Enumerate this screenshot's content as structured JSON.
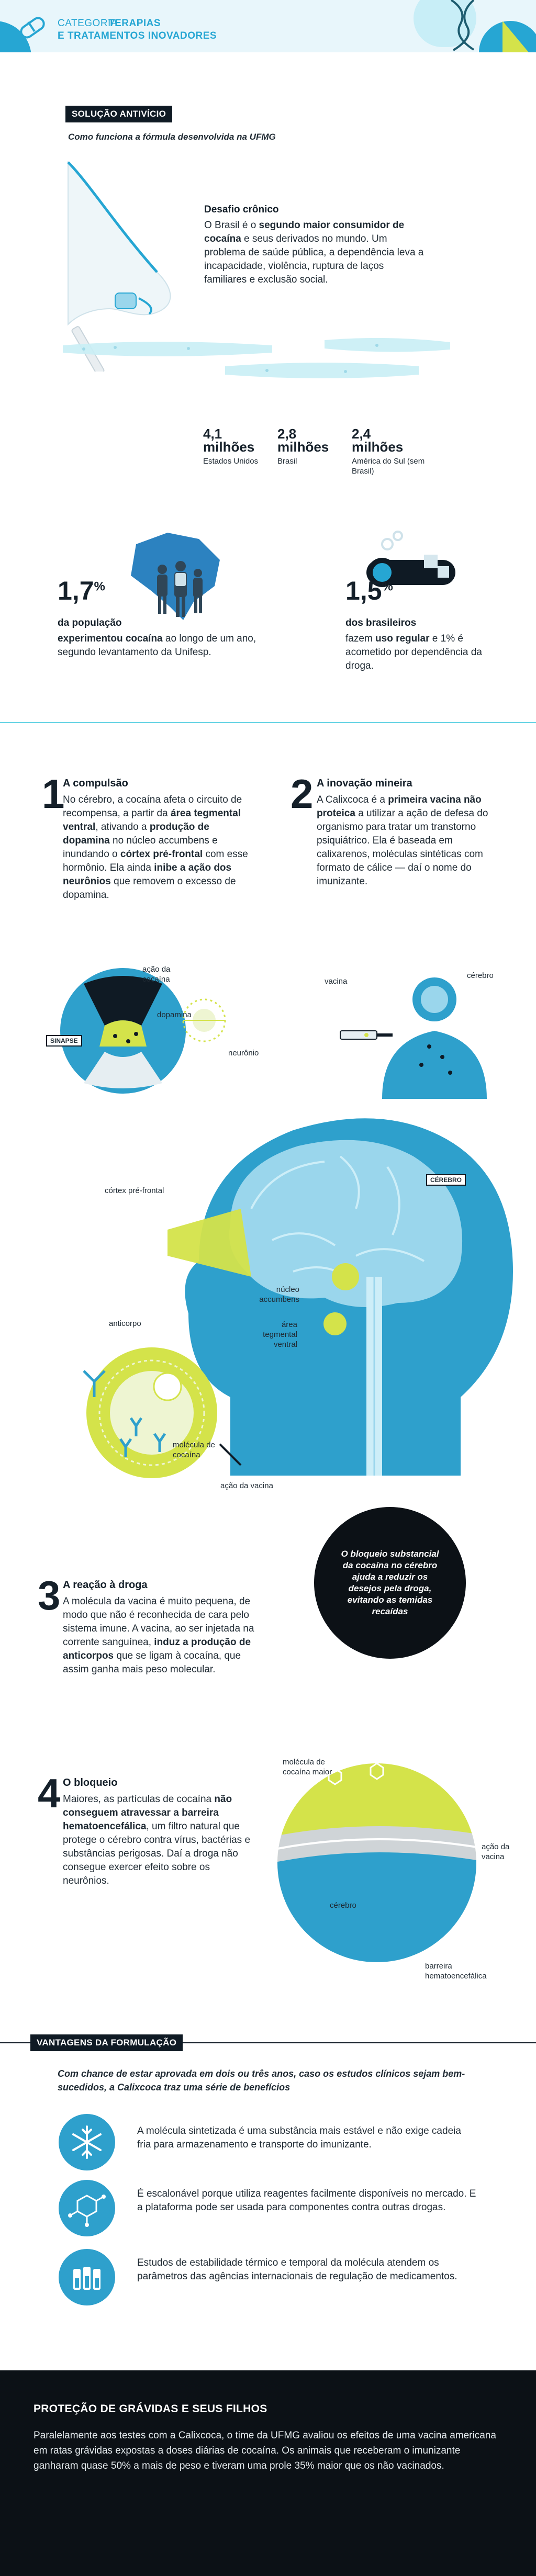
{
  "header": {
    "category_light": "CATEGORIA",
    "category_bold_1": "TERAPIAS",
    "category_bold_2": "E TRATAMENTOS INOVADORES"
  },
  "solution": {
    "tag": "SOLUÇÃO ANTIVÍCIO",
    "subtitle": "Como funciona a fórmula desenvolvida na UFMG"
  },
  "challenge": {
    "title": "Desafio crônico",
    "text_1": "O Brasil é o ",
    "text_bold": "segundo maior consumidor de cocaína",
    "text_2": " e seus derivados no mundo. Um problema de saúde pública, a dependência leva a incapacidade, violência, ruptura de laços familiares e exclusão social."
  },
  "stats": [
    {
      "value": "4,1",
      "unit": "milhões",
      "label": "Estados Unidos"
    },
    {
      "value": "2,8",
      "unit": "milhões",
      "label": "Brasil"
    },
    {
      "value": "2,4",
      "unit": "milhões",
      "label": "América do Sul (sem Brasil)"
    }
  ],
  "percent_left": {
    "value": "1,7",
    "sign": "%",
    "label": "da população",
    "desc_bold": "experimentou cocaína",
    "desc": " ao longo de um ano, segundo levantamento da Unifesp."
  },
  "percent_right": {
    "value": "1,5",
    "sign": "%",
    "label": "dos brasileiros",
    "desc_1": "fazem ",
    "desc_bold": "uso regular",
    "desc_2": " e 1% é acometido por dependência da droga."
  },
  "steps": {
    "s1": {
      "num": "1",
      "title": "A compulsão",
      "t1": "No cérebro, a cocaína afeta o circuito de recompensa, a partir da ",
      "b1": "área tegmental ventral",
      "t2": ", ativando a ",
      "b2": "produção de dopamina",
      "t3": " no núcleo accumbens e inundando o ",
      "b3": "córtex pré-frontal",
      "t4": " com esse hormônio. Ela ainda ",
      "b4": "inibe a ação dos neurônios",
      "t5": " que removem o excesso de dopamina."
    },
    "s2": {
      "num": "2",
      "title": "A inovação mineira",
      "t1": "A Calixcoca é a ",
      "b1": "primeira vacina não proteica",
      "t2": " a utilizar a ação de defesa do organismo para tratar um transtorno psiquiátrico. Ela é baseada em calixarenos, moléculas sintéticas com formato de cálice — daí o nome do imunizante."
    },
    "s3": {
      "num": "3",
      "title": "A reação à droga",
      "t1": "A molécula da vacina é muito pequena, de modo que não é reconhecida de cara pelo sistema imune. A vacina, ao ser injetada na corrente sanguínea, ",
      "b1": "induz a produção de anticorpos",
      "t2": " que se ligam à cocaína, que assim ganha mais peso molecular."
    },
    "s4": {
      "num": "4",
      "title": "O bloqueio",
      "t1": "Maiores, as partículas de cocaína ",
      "b1": "não conseguem atravessar a barreira hematoencefálica",
      "t2": ", um filtro natural que protege o cérebro contra vírus, bactérias e substâncias perigosas. Daí a droga não consegue exercer efeito sobre os neurônios."
    }
  },
  "labels": {
    "acao_cocaina": "ação da cocaína",
    "dopamina": "dopamina",
    "neuronio": "neurônio",
    "sinapse": "SINAPSE",
    "vacina": "vacina",
    "cerebro": "cérebro",
    "cortex": "córtex pré-frontal",
    "cerebro_tag": "CÉREBRO",
    "nucleo": "núcleo accumbens",
    "area": "área tegmental ventral",
    "anticorpo": "anticorpo",
    "molecula_cocaina": "molécula de cocaína",
    "acao_vacina": "ação da vacina",
    "molecula_maior": "molécula de cocaína maior",
    "acao_vacina_2": "ação da vacina",
    "cerebro_2": "cérebro",
    "barreira": "barreira hematoencefálica"
  },
  "quote": "O bloqueio substancial da cocaína no cérebro ajuda a reduzir os desejos pela droga, evitando as temidas recaídas",
  "advantages": {
    "tag": "VANTAGENS DA FORMULAÇÃO",
    "intro": "Com chance de estar aprovada em dois ou três anos, caso os estudos clínicos sejam bem-sucedidos, a Calixcoca traz uma série de benefícios",
    "items": [
      {
        "text": "A molécula sintetizada é uma substância mais estável e não exige cadeia fria para armazenamento e transporte do imunizante."
      },
      {
        "text": "É escalonável porque utiliza reagentes facilmente disponíveis no mercado. E a plataforma pode ser usada para componentes contra outras drogas."
      },
      {
        "text": "Estudos de estabilidade térmico e temporal da molécula atendem os parâmetros das agências internacionais de regulação de medicamentos."
      }
    ]
  },
  "footer": {
    "title": "PROTEÇÃO DE GRÁVIDAS E SEUS FILHOS",
    "text": "Paralelamente aos testes com a Calixcoca, o time da UFMG avaliou os efeitos de uma vacina americana em ratas grávidas expostas a doses diárias de cocaína. Os animais que receberam o imunizante  ganharam quase 50% a mais de peso e tiveram uma prole 35% maior que os não vacinados."
  },
  "colors": {
    "accent": "#26a6d3",
    "blue": "#2ea0cc",
    "lime": "#d4e34a",
    "dark": "#0f1a24"
  }
}
